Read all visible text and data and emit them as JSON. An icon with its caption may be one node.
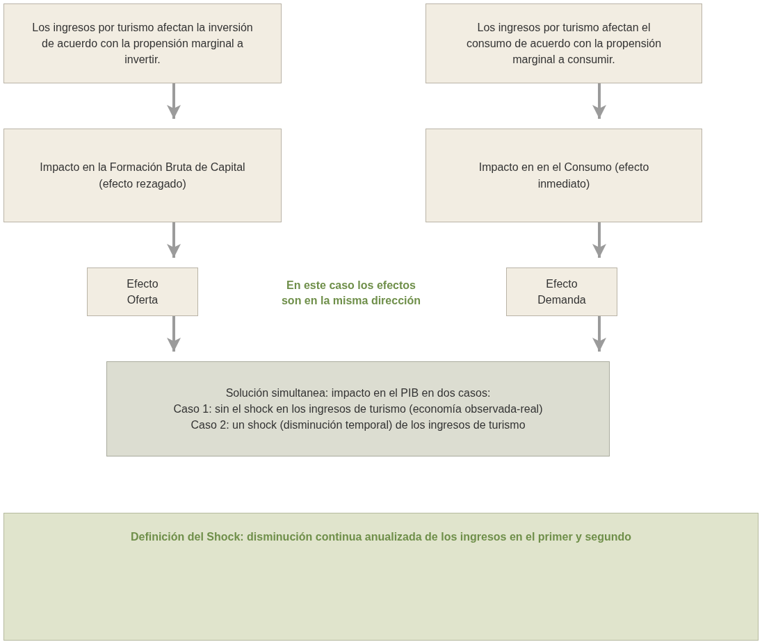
{
  "diagram": {
    "nodes": [
      {
        "text": [
          "Los ingresos por turismo afectan la inversión de acuerdo con la propensión marginal a invertir."
        ]
      },
      {
        "text": [
          "Los ingresos por turismo afectan el consumo de acuerdo con la propensión marginal a consumir."
        ]
      },
      {
        "text": [
          "Impacto en la Formación Bruta de Capital (efecto rezagado)"
        ]
      },
      {
        "text": [
          "Impacto en en el Consumo (efecto inmediato)"
        ]
      },
      {
        "text": [
          "Efecto Oferta"
        ]
      },
      {
        "text": [
          "Efecto Demanda"
        ]
      },
      {
        "text": [
          "Solución simultanea: impacto en el PIB en dos casos:",
          "Caso 1: sin el shock en los ingresos de turismo (economía observada-real)",
          "Caso 2: un shock (disminución temporal) de los ingresos de turismo"
        ]
      },
      {
        "text": [
          "Definición del Shock: disminución continua anualizada de los ingresos en el primer y segundo"
        ]
      }
    ],
    "edges": [
      {
        "from": 0,
        "to": 2,
        "arrow": "to"
      },
      {
        "from": 1,
        "to": 3,
        "arrow": "to"
      },
      {
        "from": 2,
        "to": 4,
        "arrow": "to"
      },
      {
        "from": 3,
        "to": 5,
        "arrow": "to"
      },
      {
        "from": 4,
        "to": 6,
        "arrow": "to"
      },
      {
        "from": 5,
        "to": 6,
        "arrow": "to"
      }
    ],
    "labels": [
      "En este caso los efectos son en la misma dirección"
    ]
  }
}
